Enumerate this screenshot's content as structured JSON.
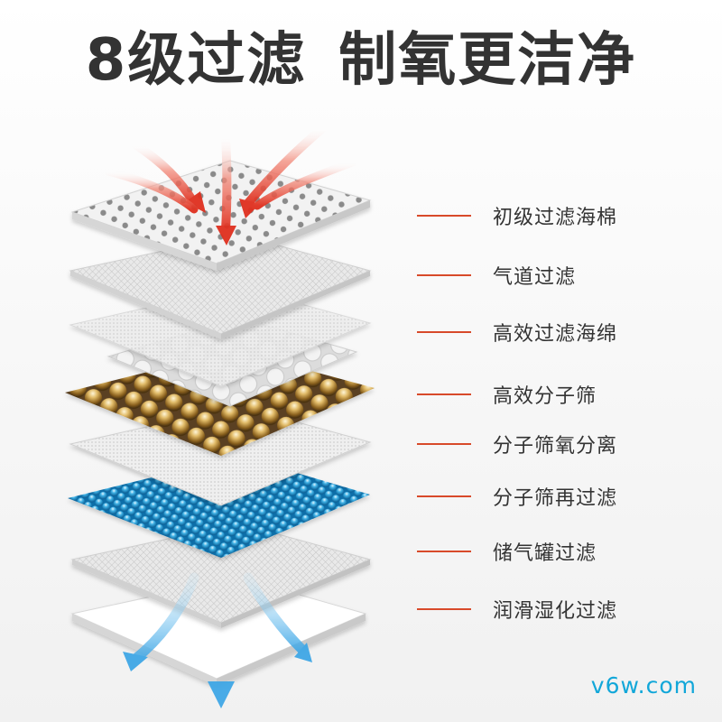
{
  "header": {
    "title_part1": "8级过滤",
    "title_part2": "制氧更洁净"
  },
  "layers": [
    {
      "label": "初级过滤海棉"
    },
    {
      "label": "气道过滤"
    },
    {
      "label": "高效过滤海绵"
    },
    {
      "label": "高效分子筛"
    },
    {
      "label": "分子筛氧分离"
    },
    {
      "label": "分子筛再过滤"
    },
    {
      "label": "储气罐过滤"
    },
    {
      "label": "润滑湿化过滤"
    }
  ],
  "watermark": "v6w.com",
  "colors": {
    "accent_line": "#d84a2a",
    "title": "#333333",
    "watermark": "#12a7d9",
    "gold": "#c69a3c",
    "blue": "#2a9fd6"
  }
}
